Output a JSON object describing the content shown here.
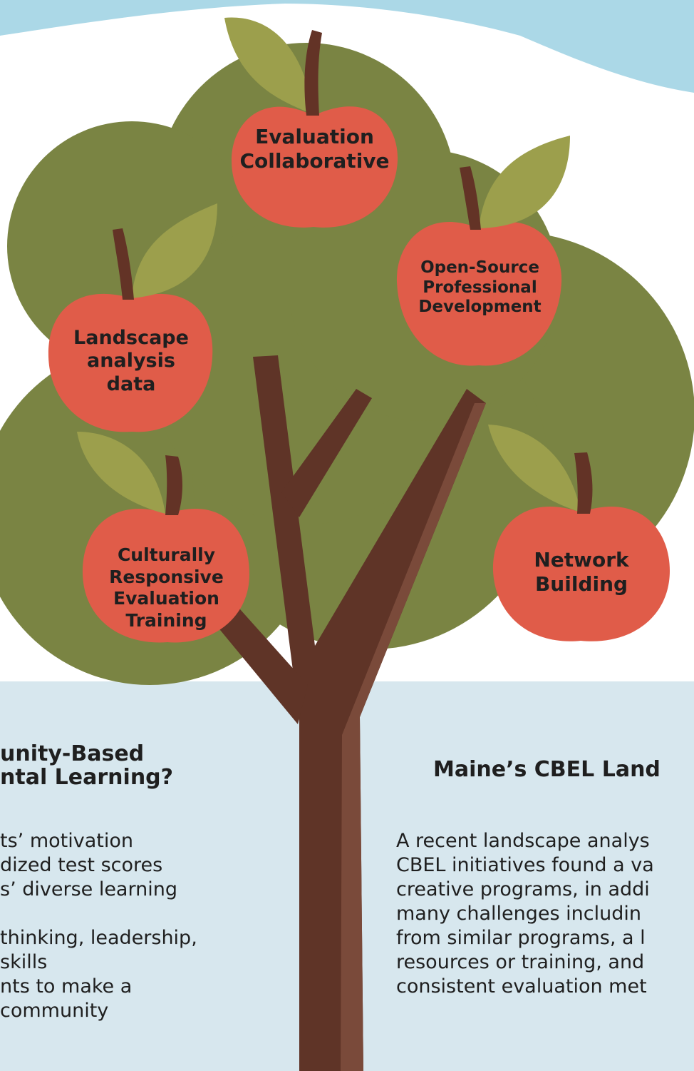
{
  "colors": {
    "sky": "#abd8e7",
    "canopy": "#7a8443",
    "apple": "#e05c49",
    "leaf": "#9c9f4c",
    "stem": "#633326",
    "trunk": "#5f3427",
    "trunk_highlight": "#7a4a3a",
    "panel": "#d7e7ee",
    "text": "#1f1f1f"
  },
  "apples": [
    {
      "id": "evaluation-collaborative",
      "label": "Evaluation\nCollaborative"
    },
    {
      "id": "open-source-professional-development",
      "label": "Open-Source\nProfessional\nDevelopment"
    },
    {
      "id": "landscape-analysis-data",
      "label": "Landscape\nanalysis\ndata"
    },
    {
      "id": "culturally-responsive-evaluation-training",
      "label": "Culturally\nResponsive\nEvaluation\nTraining"
    },
    {
      "id": "network-building",
      "label": "Network\nBuilding"
    }
  ],
  "left_panel": {
    "title_lines": [
      "unity-Based",
      "ntal Learning?"
    ],
    "items": [
      "ts’ motivation",
      "dized test scores",
      "s’ diverse learning",
      "",
      "thinking, leadership,",
      " skills",
      "nts to make a",
      "community"
    ]
  },
  "right_panel": {
    "title": "Maine’s CBEL Land",
    "body_lines": [
      "A recent landscape analys",
      "CBEL initiatives found a va",
      "creative programs, in addi",
      "many challenges includin",
      "from similar programs, a l",
      "resources or training, and",
      "consistent evaluation met"
    ]
  }
}
